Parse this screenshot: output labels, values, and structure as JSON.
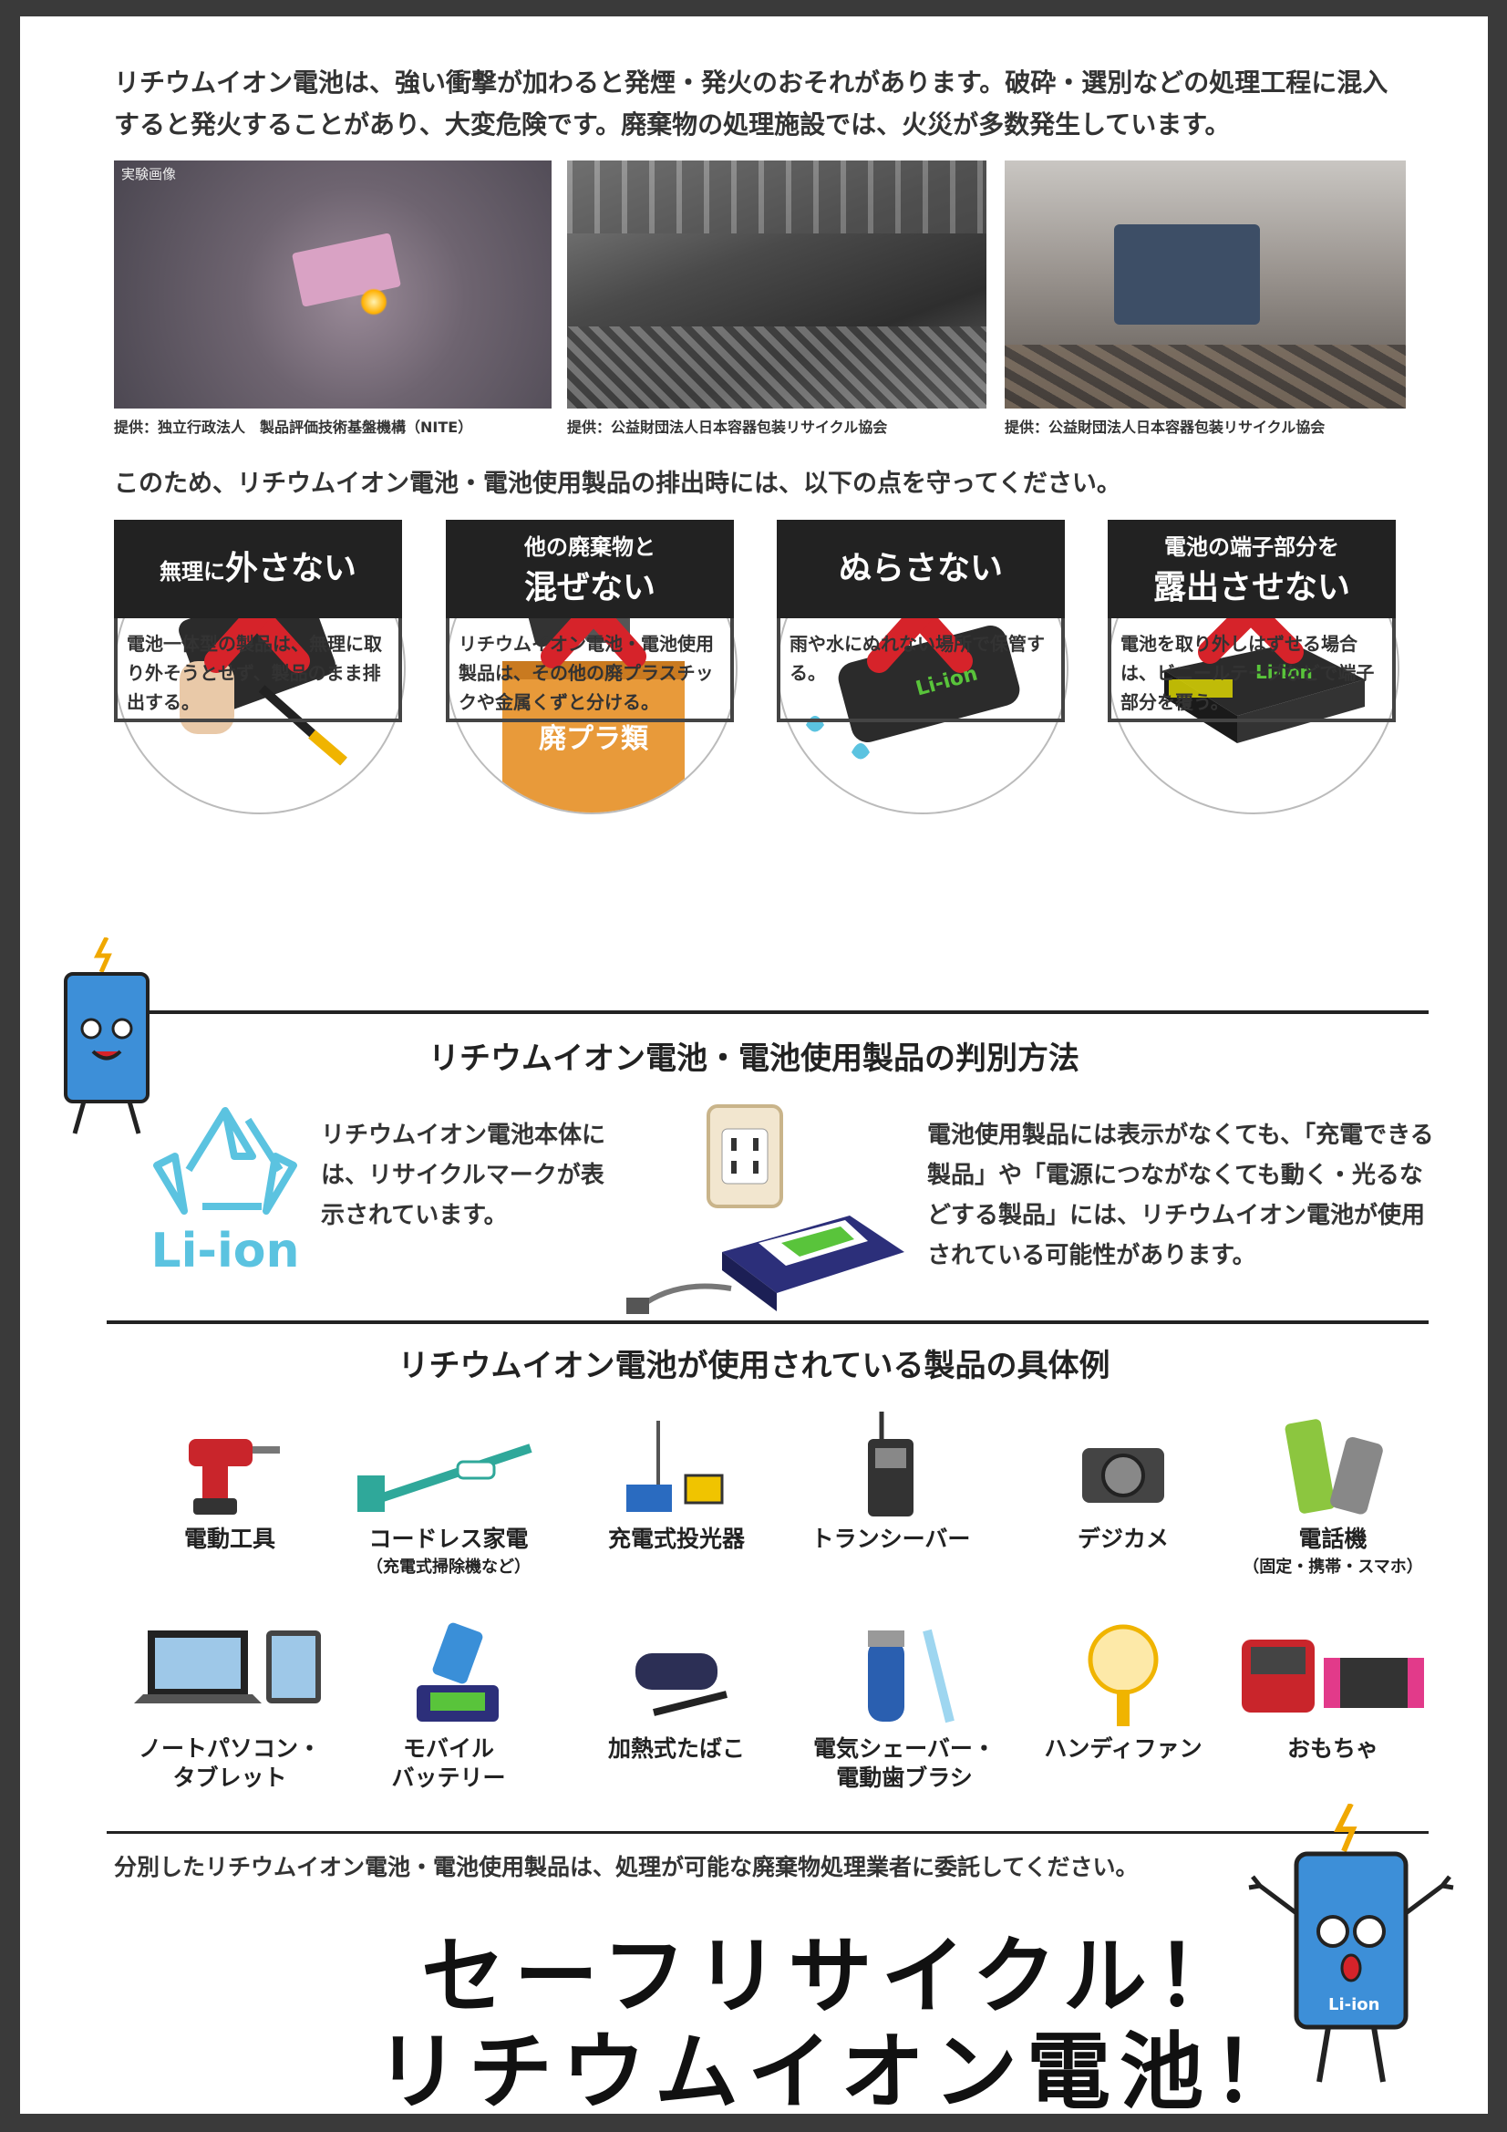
{
  "intro": {
    "line1": "リチウムイオン電池は、強い衝撃が加わると発煙・発火のおそれがあります。破砕・選別などの処理工程に混入",
    "line2": "すると発火することがあり、大変危険です。廃棄物の処理施設では、火災が多数発生しています。"
  },
  "photos": [
    {
      "overlay": "実験画像",
      "credit": "提供：独立行政法人　製品評価技術基盤機構（NITE）"
    },
    {
      "overlay": "",
      "credit": "提供：公益財団法人日本容器包装リサイクル協会"
    },
    {
      "overlay": "",
      "credit": "提供：公益財団法人日本容器包装リサイクル協会"
    }
  ],
  "lead": "このため、リチウムイオン電池・電池使用製品の排出時には、以下の点を守ってください。",
  "rules": [
    {
      "title_small": "無理に",
      "title_big": "外さない",
      "desc": "電池一体型の製品は、無理に取り外そうとせず、製品のまま排出する。"
    },
    {
      "title_small": "他の廃棄物と",
      "title_big": "混ぜない",
      "desc": "リチウムイオン電池・電池使用製品は、その他の廃プラスチックや金属くずと分ける。",
      "bin_label": "廃プラ類"
    },
    {
      "title_small": "",
      "title_big": "ぬらさない",
      "desc": "雨や水にぬれない場所で保管する。"
    },
    {
      "title_small": "電池の端子部分を",
      "title_big": "露出させない",
      "desc": "電池を取り外しはずせる場合は、ビニールテープなどで端子部分を覆う。"
    }
  ],
  "battery_label": "Li-ion",
  "identify": {
    "title": "リチウムイオン電池・電池使用製品の判別方法",
    "mark_label": "Li-ion",
    "left_text": "リチウムイオン電池本体には、リサイクルマークが表示されています。",
    "right_text": "電池使用製品には表示がなくても、「充電できる製品」や「電源につながなくても動く・光るなどする製品」には、リチウムイオン電池が使用されている可能性があります。"
  },
  "examples": {
    "title": "リチウムイオン電池が使用されている製品の具体例",
    "items": [
      {
        "name": "電動工具",
        "sub": "",
        "icon": "drill-icon"
      },
      {
        "name": "コードレス家電",
        "sub": "（充電式掃除機など）",
        "icon": "vacuum-icon"
      },
      {
        "name": "充電式投光器",
        "sub": "",
        "icon": "floodlight-icon"
      },
      {
        "name": "トランシーバー",
        "sub": "",
        "icon": "transceiver-icon"
      },
      {
        "name": "デジカメ",
        "sub": "",
        "icon": "camera-icon"
      },
      {
        "name": "電話機",
        "sub": "（固定・携帯・スマホ）",
        "icon": "phone-icon"
      },
      {
        "name": "ノートパソコン・",
        "sub2": "タブレット",
        "icon": "laptop-icon"
      },
      {
        "name": "モバイル",
        "sub2": "バッテリー",
        "icon": "powerbank-icon"
      },
      {
        "name": "加熱式たばこ",
        "sub": "",
        "icon": "heated-tobacco-icon"
      },
      {
        "name": "電気シェーバー・",
        "sub2": "電動歯ブラシ",
        "icon": "shaver-icon"
      },
      {
        "name": "ハンディファン",
        "sub": "",
        "icon": "fan-icon"
      },
      {
        "name": "おもちゃ",
        "sub": "",
        "icon": "game-console-icon"
      }
    ]
  },
  "footer": {
    "note": "分別したリチウムイオン電池・電池使用製品は、処理が可能な廃棄物処理業者に委託してください。",
    "headline1": "セーフリサイクル！",
    "headline2": "リチウムイオン電池！",
    "mascot_label": "Li-ion"
  },
  "colors": {
    "red_x": "#d6232a",
    "bin_orange": "#e89a3a",
    "battery_dark": "#2b2b2b",
    "li_green": "#59c43b",
    "recycle_blue": "#5bc3e0",
    "mascot_blue": "#3d8fd8"
  }
}
